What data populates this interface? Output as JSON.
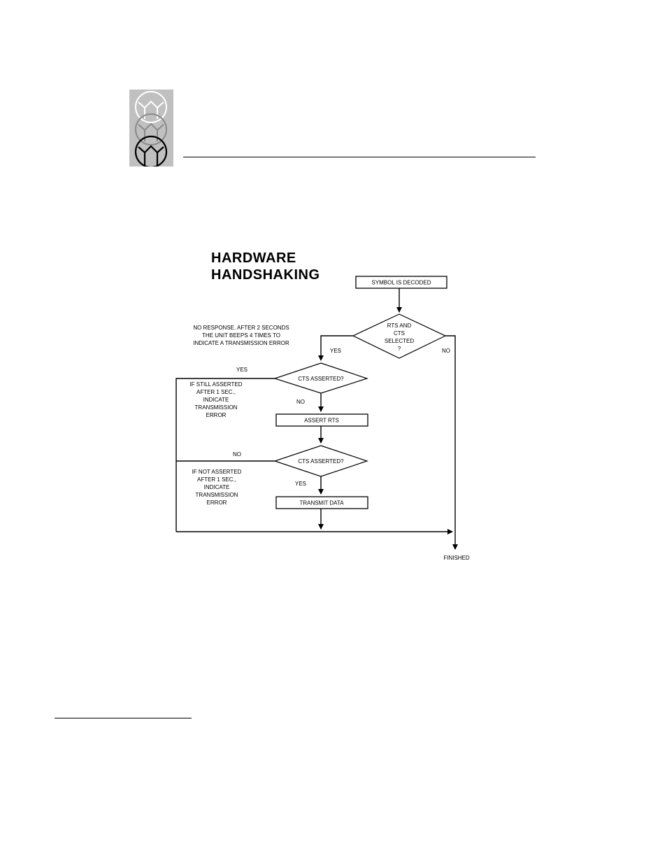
{
  "title": {
    "line1": "HARDWARE",
    "line2": "HANDSHAKING"
  },
  "nodes": {
    "start": "SYMBOL IS DECODED",
    "d_rts_cts": [
      "RTS AND",
      "CTS",
      "SELECTED",
      "?"
    ],
    "d_cts1": "CTS ASSERTED?",
    "assert_rts": "ASSERT RTS",
    "d_cts2": "CTS ASSERTED?",
    "transmit": "TRANSMIT DATA",
    "end": "FINISHED"
  },
  "labels": {
    "yes": "YES",
    "no": "NO",
    "yes_spaced": "YES",
    "no_response": [
      "NO RESPONSE. AFTER 2 SECONDS",
      "THE UNIT BEEPS 4 TIMES TO",
      "INDICATE A TRANSMISSION ERROR"
    ],
    "still_asserted": [
      "IF STILL ASSERTED",
      "AFTER 1 SEC.,",
      "INDICATE",
      "TRANSMISSION",
      "ERROR"
    ],
    "not_asserted": [
      "IF NOT ASSERTED",
      "AFTER 1 SEC.,",
      "INDICATE",
      "TRANSMISSION",
      "ERROR"
    ]
  }
}
